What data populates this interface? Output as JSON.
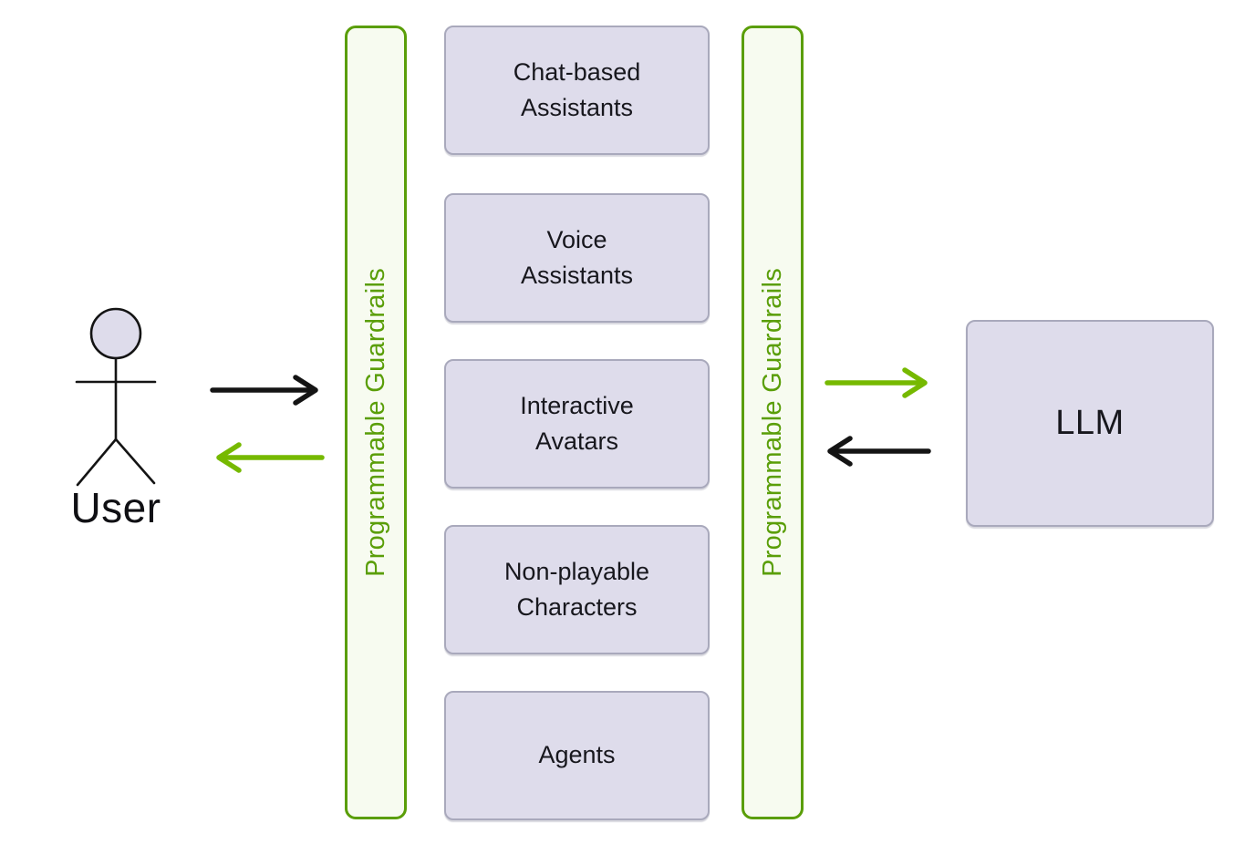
{
  "diagram": {
    "user": {
      "label": "User"
    },
    "guardrails_left": {
      "label": "Programmable Guardrails"
    },
    "guardrails_right": {
      "label": "Programmable Guardrails"
    },
    "channels": [
      {
        "label": "Chat-based\nAssistants"
      },
      {
        "label": "Voice\nAssistants"
      },
      {
        "label": "Interactive\nAvatars"
      },
      {
        "label": "Non-playable\nCharacters"
      },
      {
        "label": "Agents"
      }
    ],
    "llm": {
      "label": "LLM"
    },
    "arrows": {
      "user_to_guardrails": {
        "color": "black",
        "direction": "right"
      },
      "guardrails_to_user": {
        "color": "green",
        "direction": "left"
      },
      "guardrails_to_llm": {
        "color": "green",
        "direction": "right"
      },
      "llm_to_guardrails": {
        "color": "black",
        "direction": "left"
      }
    }
  },
  "colors": {
    "green_dark": "#5a9e08",
    "arrow_green": "#76b900",
    "arrow_black": "#141414",
    "box_fill": "#dedceb",
    "box_border": "#a9a9bc",
    "guardrail_fill": "#f7fbf0",
    "text_dark": "#17171d"
  }
}
